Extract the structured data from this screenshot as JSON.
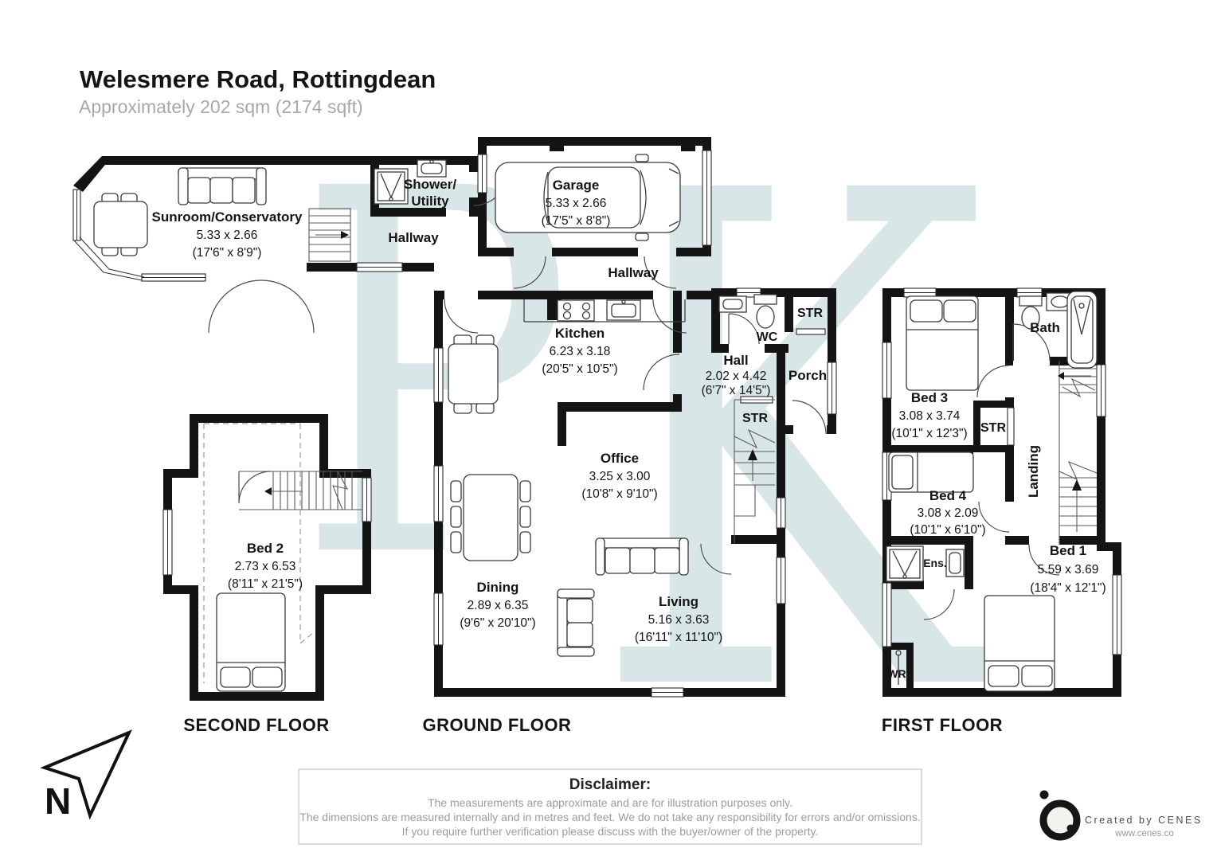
{
  "header": {
    "title": "Welesmere Road, Rottingdean",
    "subtitle": "Approximately 202 sqm (2174 sqft)"
  },
  "watermark": {
    "letter1": "P",
    "letter2": "K",
    "color": "#d9e6e7"
  },
  "floors": {
    "second": {
      "label": "SECOND FLOOR",
      "rooms": {
        "bed2": {
          "name": "Bed 2",
          "m": "2.73 x 6.53",
          "i": "(8'11\" x 21'5\")"
        }
      }
    },
    "ground": {
      "label": "GROUND FLOOR",
      "rooms": {
        "sunroom": {
          "name": "Sunroom/Conservatory",
          "m": "5.33 x 2.66",
          "i": "(17'6\" x 8'9\")"
        },
        "shower_utility": {
          "line1": "Shower/",
          "line2": "Utility"
        },
        "hallway_top": {
          "name": "Hallway"
        },
        "garage": {
          "name": "Garage",
          "m": "5.33 x 2.66",
          "i": "(17'5\" x 8'8\")"
        },
        "hallway_mid": {
          "name": "Hallway"
        },
        "kitchen": {
          "name": "Kitchen",
          "m": "6.23 x 3.18",
          "i": "(20'5\" x 10'5\")"
        },
        "wc": {
          "name": "WC"
        },
        "str_top": {
          "name": "STR"
        },
        "hall": {
          "name": "Hall",
          "m": "2.02 x 4.42",
          "i": "(6'7\" x 14'5\")"
        },
        "porch": {
          "name": "Porch"
        },
        "str_mid": {
          "name": "STR"
        },
        "office": {
          "name": "Office",
          "m": "3.25 x 3.00",
          "i": "(10'8\" x 9'10\")"
        },
        "dining": {
          "name": "Dining",
          "m": "2.89 x 6.35",
          "i": "(9'6\" x 20'10\")"
        },
        "living": {
          "name": "Living",
          "m": "5.16 x 3.63",
          "i": "(16'11\" x 11'10\")"
        }
      }
    },
    "first": {
      "label": "FIRST FLOOR",
      "rooms": {
        "bed3": {
          "name": "Bed 3",
          "m": "3.08 x 3.74",
          "i": "(10'1\" x 12'3\")"
        },
        "bath": {
          "name": "Bath"
        },
        "str": {
          "name": "STR"
        },
        "landing": {
          "name": "Landing"
        },
        "bed4": {
          "name": "Bed 4",
          "m": "3.08 x 2.09",
          "i": "(10'1\" x 6'10\")"
        },
        "ens": {
          "name": "Ens."
        },
        "bed1": {
          "name": "Bed 1",
          "m": "5.59 x 3.69",
          "i": "(18'4\" x 12'1\")"
        },
        "wr": {
          "name": "WR"
        }
      }
    }
  },
  "compass": {
    "label": "N"
  },
  "disclaimer": {
    "title": "Disclaimer:",
    "lines": [
      "The measurements are approximate and are for illustration purposes only.",
      "The dimensions are measured internally and in metres and feet. We do not take any responsibility for errors and/or omissions.",
      "If you require further verification please discuss with the buyer/owner of the property."
    ]
  },
  "credit": {
    "line1": "Created by CENES",
    "line2": "www.cenes.co"
  }
}
